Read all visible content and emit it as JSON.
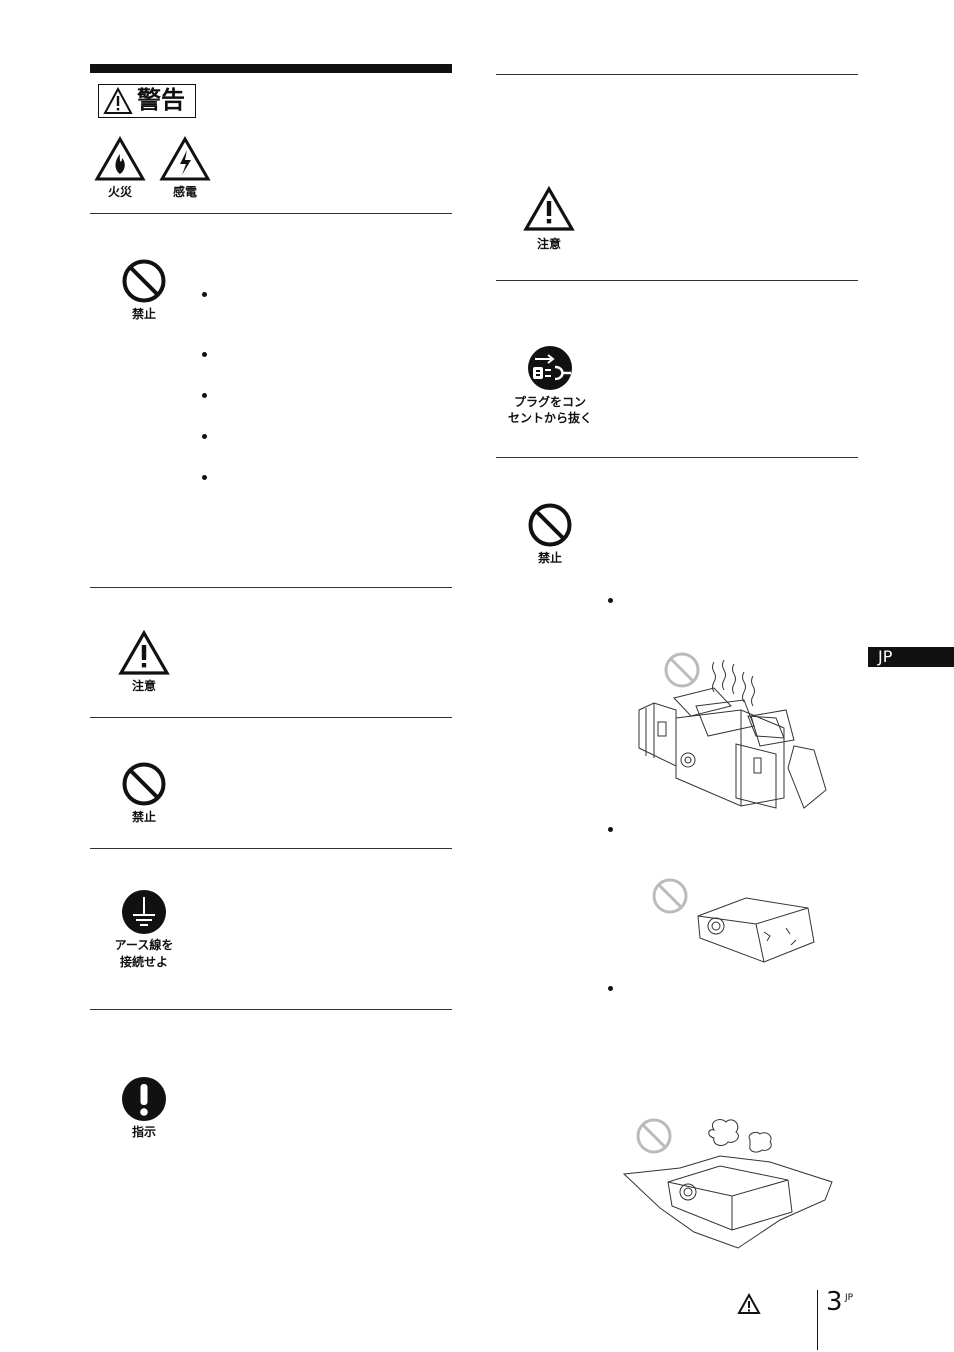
{
  "header": {
    "title": "警告"
  },
  "hazard_icons": [
    {
      "icon": "fire-warning-icon",
      "label": "火災"
    },
    {
      "icon": "electric-shock-icon",
      "label": "感電"
    }
  ],
  "left_sections": [
    {
      "icon": "prohibition-icon",
      "label": "禁止"
    },
    {
      "icon": "caution-triangle-icon",
      "label": "注意"
    },
    {
      "icon": "prohibition-icon",
      "label": "禁止"
    },
    {
      "icon": "ground-connection-icon",
      "label_lines": [
        "アース線を",
        "接続せよ"
      ]
    },
    {
      "icon": "instruction-icon",
      "label": "指示"
    }
  ],
  "right_sections": [
    {
      "icon": "caution-triangle-icon",
      "label": "注意"
    },
    {
      "icon": "unplug-icon",
      "label_lines": [
        "プラグをコン",
        "セントから抜く"
      ]
    },
    {
      "icon": "prohibition-icon",
      "label": "禁止"
    }
  ],
  "side_tab": {
    "label": "JP"
  },
  "footer": {
    "page_number": "3",
    "page_suffix": "JP"
  }
}
